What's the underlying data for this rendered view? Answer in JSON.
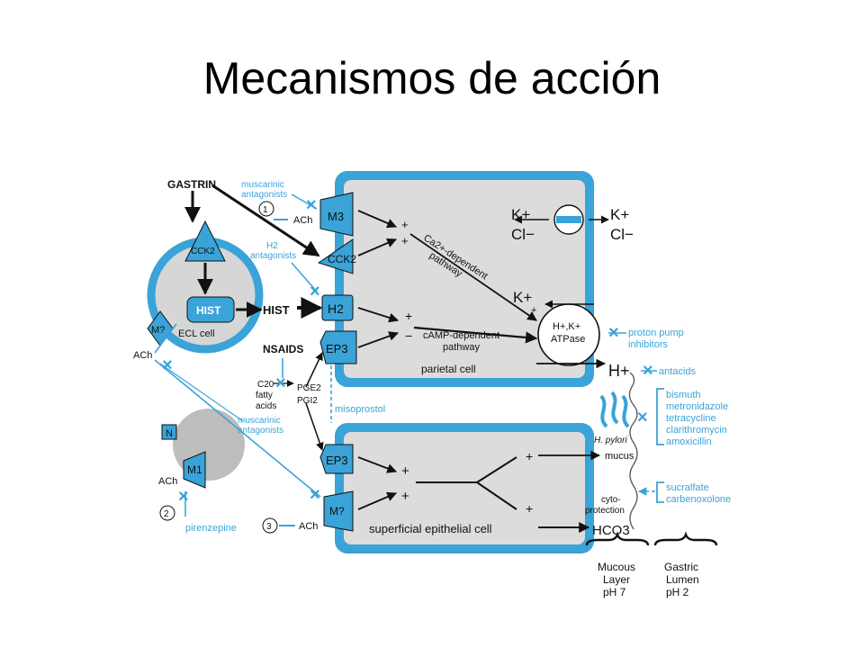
{
  "title": "Mecanismos de acción",
  "labels": {
    "gastrin": "GASTRIN",
    "muscarinic_antagonists_1": "muscarinic",
    "muscarinic_antagonists_1b": "antagonists",
    "step1": "1",
    "ach_top": "ACh",
    "m3": "M3",
    "h2_antagonists": "H2",
    "h2_antagonists_b": "antagonists",
    "cck2_ecl": "CCK2",
    "cck2": "CCK2",
    "hist_box": "HIST",
    "hist": "HIST",
    "h2": "H2",
    "ecl_cell": "ECL cell",
    "m_q_left": "M?",
    "ach_left": "ACh",
    "nsaids": "NSAIDS",
    "ep3_top": "EP3",
    "c20": "C20",
    "fatty": "fatty",
    "acids": "acids",
    "pge2": "PGE2",
    "pgi2": "PGI2",
    "misoprostol": "misoprostol",
    "muscarinic_antagonists_2": "muscarinic",
    "muscarinic_antagonists_2b": "antagonists",
    "n": "N",
    "m1": "M1",
    "ach_bottom_left": "ACh",
    "step2": "2",
    "pirenzepine": "pirenzepine",
    "step3": "3",
    "ach_bottom": "ACh",
    "ep3_bottom": "EP3",
    "m_q_bottom": "M?",
    "ca_pathway_1": "Ca2+-dependent",
    "ca_pathway_2": "pathway",
    "camp_pathway_1": "cAMP-dependent",
    "camp_pathway_2": "pathway",
    "parietal_cell": "parietal cell",
    "superficial_cell": "superficial epithelial cell",
    "k_plus_1": "K+",
    "cl_minus_1": "Cl−",
    "k_plus_2": "K+",
    "cl_minus_2": "Cl−",
    "k_plus_3": "K+",
    "atpase_1": "H+,K+",
    "atpase_2": "ATPase",
    "h_plus": "H+",
    "proton_pump_1": "proton pump",
    "proton_pump_2": "inhibitors",
    "antacids": "antacids",
    "bismuth": "bismuth",
    "metronidazole": "metronidazole",
    "tetracycline": "tetracycline",
    "clarithromycin": "clarithromycin",
    "amoxicillin": "amoxicillin",
    "h_pylori": "H. pylori",
    "mucus": "mucus",
    "sucralfate": "sucralfate",
    "carbenoxolone": "carbenoxolone",
    "cyto": "cyto-",
    "protection": "protection",
    "hco3": "HCO3",
    "mucous_layer_1": "Mucous",
    "mucous_layer_2": "Layer",
    "mucous_layer_3": "pH 7",
    "gastric_lumen_1": "Gastric",
    "gastric_lumen_2": "Lumen",
    "gastric_lumen_3": "pH 2"
  },
  "colors": {
    "blue": "#3aa3d8",
    "cell_fill": "#dcdcdc",
    "ecl_fill": "#d6d6d6",
    "black": "#111111"
  }
}
